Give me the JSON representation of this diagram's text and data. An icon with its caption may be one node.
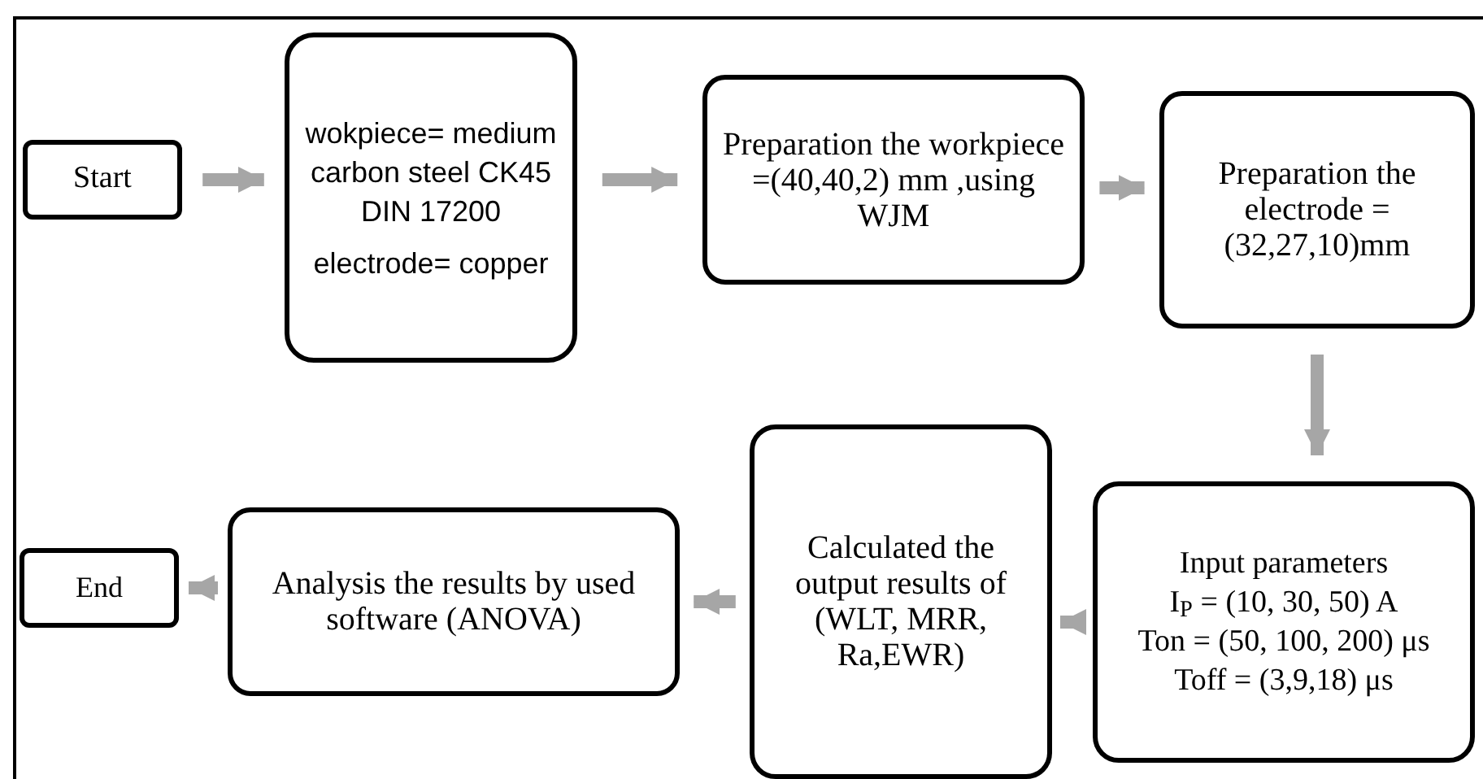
{
  "diagram": {
    "nodes": [
      {
        "text": [
          "Start"
        ]
      },
      {
        "text": [
          "wokpiece= medium carbon steel CK45 DIN 17200",
          "electrode= copper"
        ]
      },
      {
        "text": [
          "Preparation the workpiece =(40,40,2) mm ,using WJM"
        ]
      },
      {
        "text": [
          "Preparation the electrode = (32,27,10)mm"
        ]
      },
      {
        "text": [
          "Input parameters",
          "I$_{P}$ = (10, 30, 50) A",
          "Ton = (50, 100, 200) μs",
          "Toff = (3,9,18) μs"
        ]
      },
      {
        "text": [
          "Calculated the output results of (WLT, MRR, Ra,EWR)"
        ]
      },
      {
        "text": [
          "Analysis the results by used software (ANOVA)"
        ]
      },
      {
        "text": [
          "End"
        ]
      }
    ],
    "edges": [
      {
        "from": 0,
        "to": 1,
        "arrow": "to"
      },
      {
        "from": 1,
        "to": 2,
        "arrow": "to"
      },
      {
        "from": 2,
        "to": 3,
        "arrow": "to"
      },
      {
        "from": 3,
        "to": 4,
        "arrow": "to"
      },
      {
        "from": 4,
        "to": 5,
        "arrow": "to"
      },
      {
        "from": 5,
        "to": 6,
        "arrow": "to"
      },
      {
        "from": 6,
        "to": 7,
        "arrow": "to"
      }
    ]
  }
}
